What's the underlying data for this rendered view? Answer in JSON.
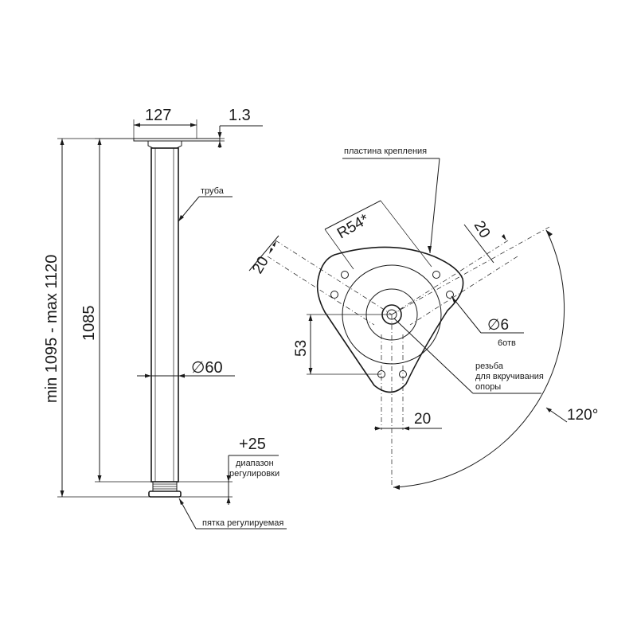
{
  "dimensions": {
    "plate_width": "127",
    "plate_thickness": "1.3",
    "total_height": "min 1095 - max 1120",
    "tube_length": "1085",
    "tube_diameter": "∅60",
    "adjust_value": "+25",
    "radius": "R54*",
    "hole_spacing_left": "20",
    "hole_spacing_right": "20",
    "hole_spacing_bottom": "20",
    "offset": "53",
    "hole_diameter": "∅6",
    "angle": "120°"
  },
  "labels": {
    "tube": "труба",
    "plate": "пластина крепления",
    "adjust_line1": "диапазон",
    "adjust_line2": "регулировки",
    "foot": "пятка регулируемая",
    "holes_count": "6отв",
    "thread_line1": "резьба",
    "thread_line2": "для вкручивания",
    "thread_line3": "опоры"
  }
}
